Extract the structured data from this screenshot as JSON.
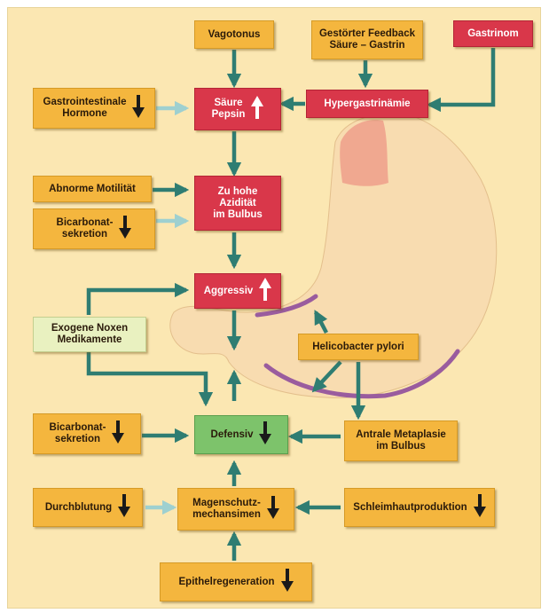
{
  "colors": {
    "background": "#fbe7b2",
    "box_yellow": "#f4b63e",
    "box_red": "#d9374a",
    "box_green": "#7dc36b",
    "box_light_green": "#e9f1c0",
    "arrow_teal": "#2f7d72",
    "arrow_light": "#9ed0d0",
    "stomach": "#f8dcb0",
    "pylorus_pink": "#f0a890",
    "mucosa_purple": "#9a5c9e"
  },
  "nodes": {
    "vagotonus": "Vagotonus",
    "gestoerter_feedback": "Gestörter Feedback\nSäure – Gastrin",
    "gastrinom": "Gastrinom",
    "gastrointestinale_hormone": "Gastrointestinale\nHormone",
    "saeure_pepsin": "Säure\nPepsin",
    "hypergastrinaemie": "Hypergastrinämie",
    "abnorme_motilitaet": "Abnorme Motilität",
    "zu_hohe_aziditaet": "Zu hohe\nAzidität\nim Bulbus",
    "bicarbonat_top": "Bicarbonat-\nsekretion",
    "aggressiv": "Aggressiv",
    "exogene_noxen": "Exogene Noxen\nMedikamente",
    "helicobacter": "Helicobacter pylori",
    "bicarbonat_bottom": "Bicarbonat-\nsekretion",
    "defensiv": "Defensiv",
    "antrale_metaplasie": "Antrale Metaplasie\nim Bulbus",
    "durchblutung": "Durchblutung",
    "magenschutz": "Magenschutz-\nmechansimen",
    "schleimhautproduktion": "Schleimhautproduktion",
    "epithelregeneration": "Epithelregeneration"
  },
  "indicators": {
    "gastrointestinale_hormone": "down-arrow-icon",
    "saeure_pepsin": "up-arrow-icon",
    "bicarbonat_top": "down-arrow-icon",
    "aggressiv": "up-arrow-icon",
    "bicarbonat_bottom": "down-arrow-icon",
    "defensiv": "down-arrow-icon",
    "durchblutung": "down-arrow-icon",
    "magenschutz": "down-arrow-icon",
    "schleimhautproduktion": "down-arrow-icon",
    "epithelregeneration": "down-arrow-icon"
  }
}
